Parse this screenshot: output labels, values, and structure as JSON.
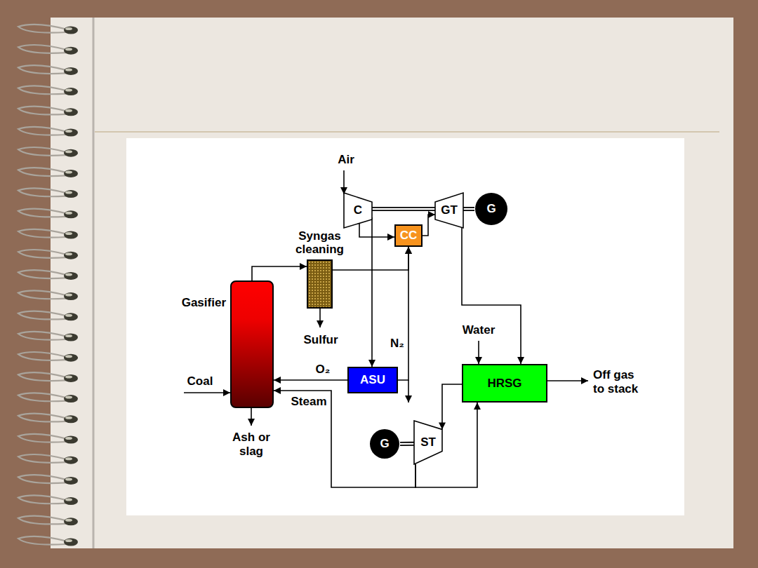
{
  "diagram": {
    "nodes": [
      {
        "text": [
          "C"
        ]
      },
      {
        "text": [
          "GT"
        ]
      },
      {
        "text": [
          "G"
        ]
      },
      {
        "text": [
          "CC"
        ]
      },
      {
        "text": [
          "Syngas cleaning"
        ]
      },
      {
        "text": [
          "Gasifier"
        ]
      },
      {
        "text": [
          "ASU"
        ]
      },
      {
        "text": [
          "HRSG"
        ]
      },
      {
        "text": [
          "ST"
        ]
      },
      {
        "text": [
          "G"
        ]
      }
    ],
    "edges": [
      {
        "from": 0,
        "to": 1,
        "arrow": "none"
      },
      {
        "from": 1,
        "to": 2,
        "arrow": "none"
      },
      {
        "from": 0,
        "to": 3,
        "arrow": "to"
      },
      {
        "from": 3,
        "to": 1,
        "arrow": "to"
      },
      {
        "from": 0,
        "to": 6,
        "arrow": "to"
      },
      {
        "from": 5,
        "to": 4,
        "arrow": "to"
      },
      {
        "from": 4,
        "to": 3,
        "arrow": "to"
      },
      {
        "from": 6,
        "to": 3,
        "arrow": "to"
      },
      {
        "from": 6,
        "to": 5,
        "label": "O₂",
        "arrow": "to"
      },
      {
        "from": 1,
        "to": 7,
        "arrow": "to"
      },
      {
        "from": 7,
        "to": 8,
        "arrow": "to"
      },
      {
        "from": 8,
        "to": 5,
        "label": "Steam",
        "arrow": "to"
      },
      {
        "from": 8,
        "to": 7,
        "arrow": "to"
      },
      {
        "from": 8,
        "to": 9,
        "arrow": "none"
      }
    ],
    "labels": [
      "Air",
      "Sulfur",
      "N₂",
      "Water",
      "Coal",
      "Ash or slag",
      "Off gas to stack"
    ]
  }
}
